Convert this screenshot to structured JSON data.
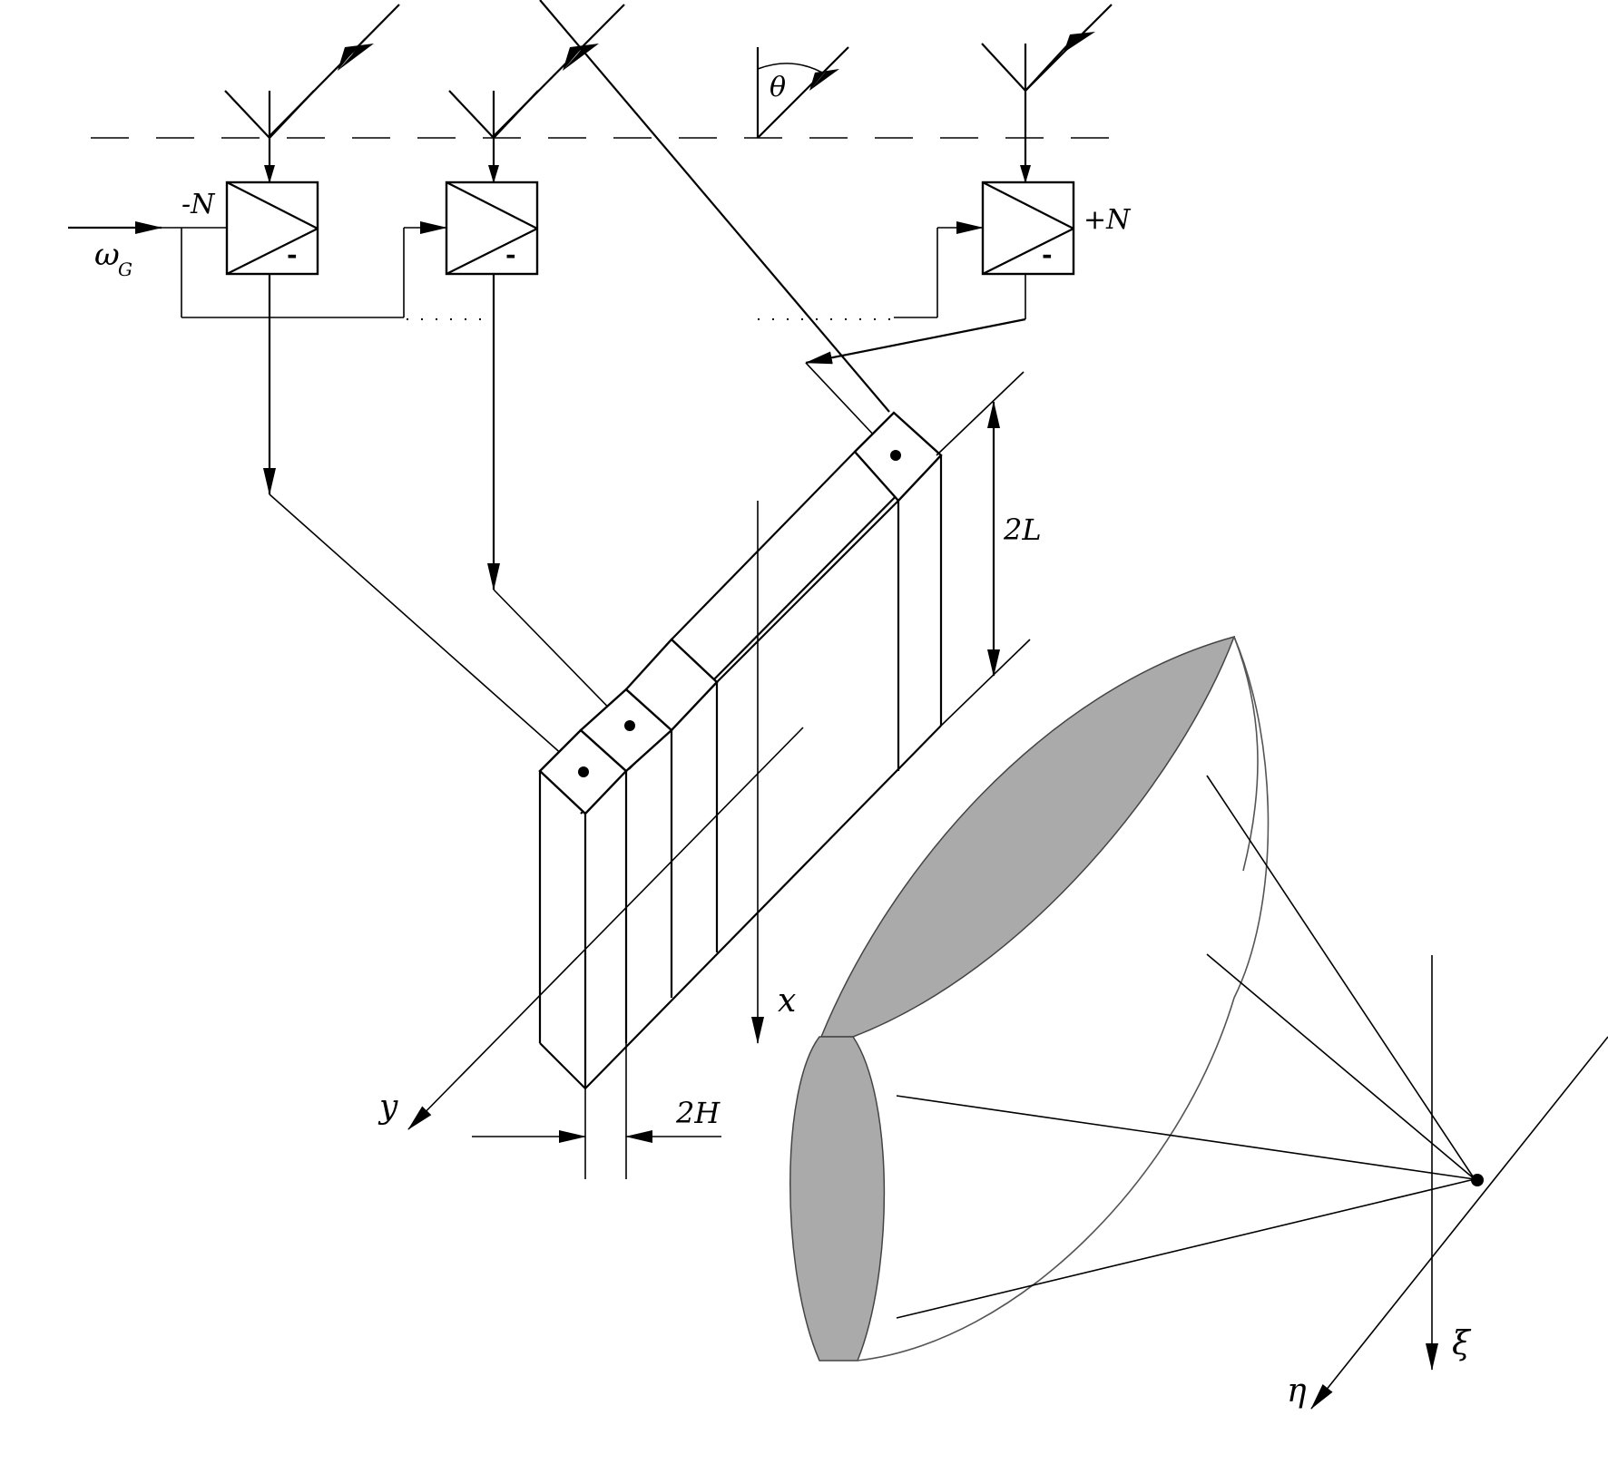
{
  "labels": {
    "theta": "θ",
    "omega": "ω",
    "omega_sub": "G",
    "minus_n": "-N",
    "plus_n": "+N",
    "two_l": "2L",
    "two_h": "2H",
    "axis_x": "x",
    "axis_y": "y",
    "axis_xi": "ξ",
    "axis_eta": "η",
    "minus_sign": "-"
  },
  "modulators": [
    {
      "id": "left"
    },
    {
      "id": "middle"
    },
    {
      "id": "right"
    }
  ]
}
